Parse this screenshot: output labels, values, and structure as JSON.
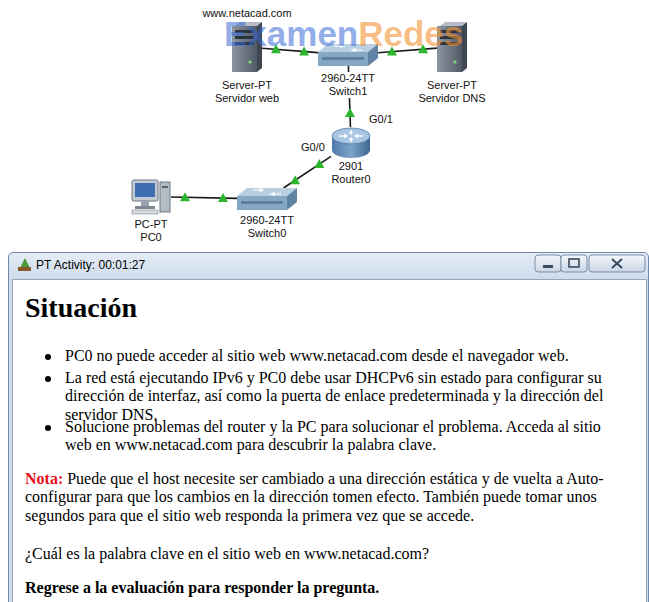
{
  "diagram": {
    "nodes": [
      {
        "text": [
          "www.netacad.com",
          "Server-PT Servidor web"
        ]
      },
      {
        "text": [
          "2960-24TT Switch1"
        ]
      },
      {
        "text": [
          "Server-PT Servidor DNS"
        ]
      },
      {
        "text": [
          "2901 Router0"
        ]
      },
      {
        "text": [
          "PC-PT PC0"
        ]
      },
      {
        "text": [
          "2960-24TT Switch0"
        ]
      },
      {
        "text": [
          "PT Activity: 00:01:27",
          "Situación",
          "PC0 no puede acceder al sitio web www.netacad.com desde el navegador web.",
          "La red está ejecutando IPv6 y PC0 debe usar DHCPv6 sin estado para configurar su dirección de interfaz, así como la puerta de enlace predeterminada y la dirección del servidor DNS.",
          "Solucione problemas del router y la PC para solucionar el problema. Acceda al sitio web en www.netacad.com para descubrir la palabra clave.",
          "Nota:",
          "Puede que el host necesite ser cambiado a una dirección estática y de vuelta a Auto-configurar para que los cambios en la dirección tomen efecto. También puede tomar unos segundos para que el sitio web responda la primera vez que se accede.",
          "¿Cuál es la palabra clave en el sitio web en www.netacad.com?",
          "Regrese a la evaluación para responder la pregunta."
        ]
      }
    ],
    "edges": [
      {
        "from": 0,
        "to": 1,
        "arrow": "none"
      },
      {
        "from": 1,
        "to": 2,
        "arrow": "none"
      },
      {
        "from": 1,
        "to": 3,
        "label": "G0/1",
        "arrow": "none"
      },
      {
        "from": 3,
        "to": 5,
        "label": "G0/0",
        "arrow": "none"
      },
      {
        "from": 5,
        "to": 4,
        "arrow": "none"
      }
    ],
    "labels": [
      "Examen",
      "Redes"
    ]
  }
}
